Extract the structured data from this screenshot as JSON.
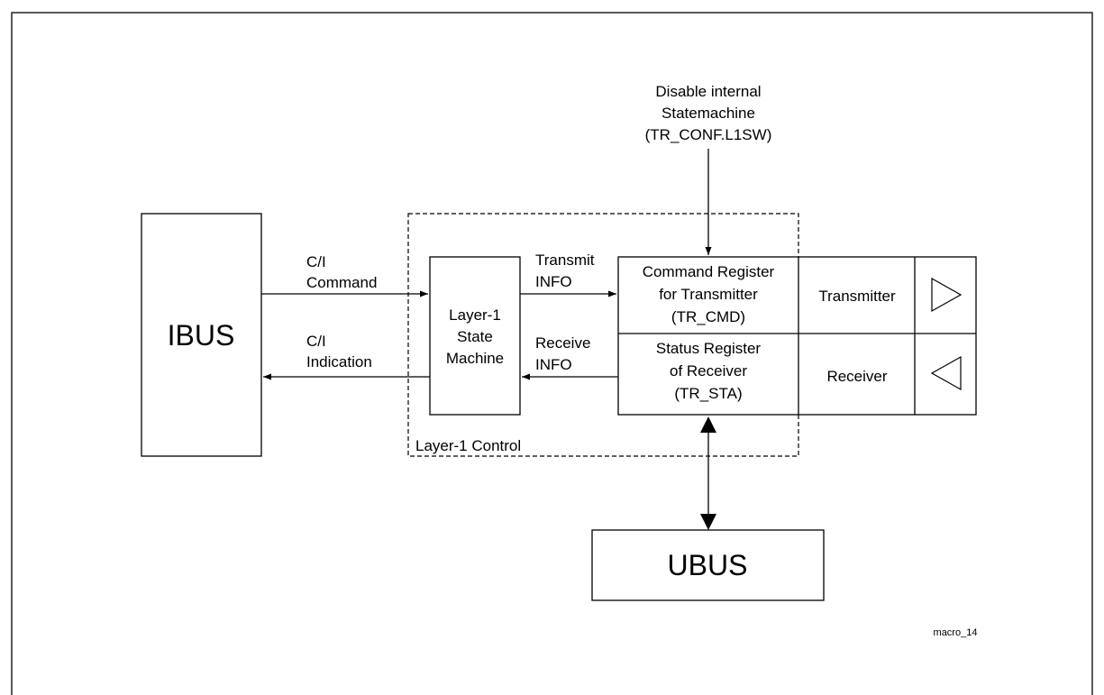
{
  "diagram": {
    "blocks": {
      "ibus": "IBUS",
      "ubus": "UBUS",
      "state_machine": [
        "Layer-1",
        "State",
        "Machine"
      ],
      "command_register": [
        "Command Register",
        "for Transmitter",
        "(TR_CMD)"
      ],
      "status_register": [
        "Status Register",
        "of Receiver",
        "(TR_STA)"
      ],
      "transmitter": "Transmitter",
      "receiver": "Receiver"
    },
    "group_label": "Layer-1 Control",
    "edge_labels": {
      "ci_command": [
        "C/I",
        "Command"
      ],
      "ci_indication": [
        "C/I",
        "Indication"
      ],
      "transmit_info": [
        "Transmit",
        "INFO"
      ],
      "receive_info": [
        "Receive",
        "INFO"
      ],
      "disable": [
        "Disable internal",
        "Statemachine",
        "(TR_CONF.L1SW)"
      ]
    },
    "figure_id": "macro_14"
  }
}
